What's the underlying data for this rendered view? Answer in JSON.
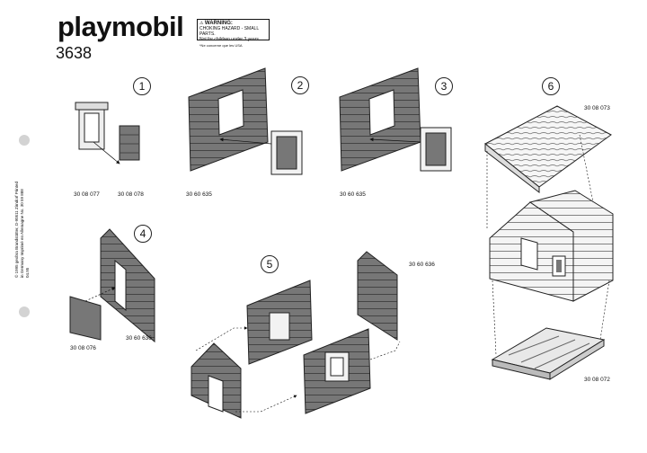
{
  "header": {
    "brand": "playmobil",
    "model": "3638",
    "warning_title": "WARNING:",
    "warning_line1": "CHOKING HAZARD - SMALL PARTS.",
    "warning_line2": "Not for children under 3 years.",
    "note": "*Ne concerne que les USA"
  },
  "sidebar": {
    "text": "© 1995 geobra Brandstätter, D-90511 Zirndorf Printed in Germany Imprimé en Allemagne No. 30 59 888 04.95"
  },
  "steps": [
    "1",
    "2",
    "3",
    "4",
    "5",
    "6"
  ],
  "parts": {
    "p1a": "30 08 077",
    "p1b": "30 08 078",
    "p2": "30 60 635",
    "p3": "30 60 635",
    "p4a": "30 08 076",
    "p4b": "30 60 636",
    "p5": "30 60 636",
    "p6a": "30 08 073",
    "p6b": "30 08 072"
  }
}
